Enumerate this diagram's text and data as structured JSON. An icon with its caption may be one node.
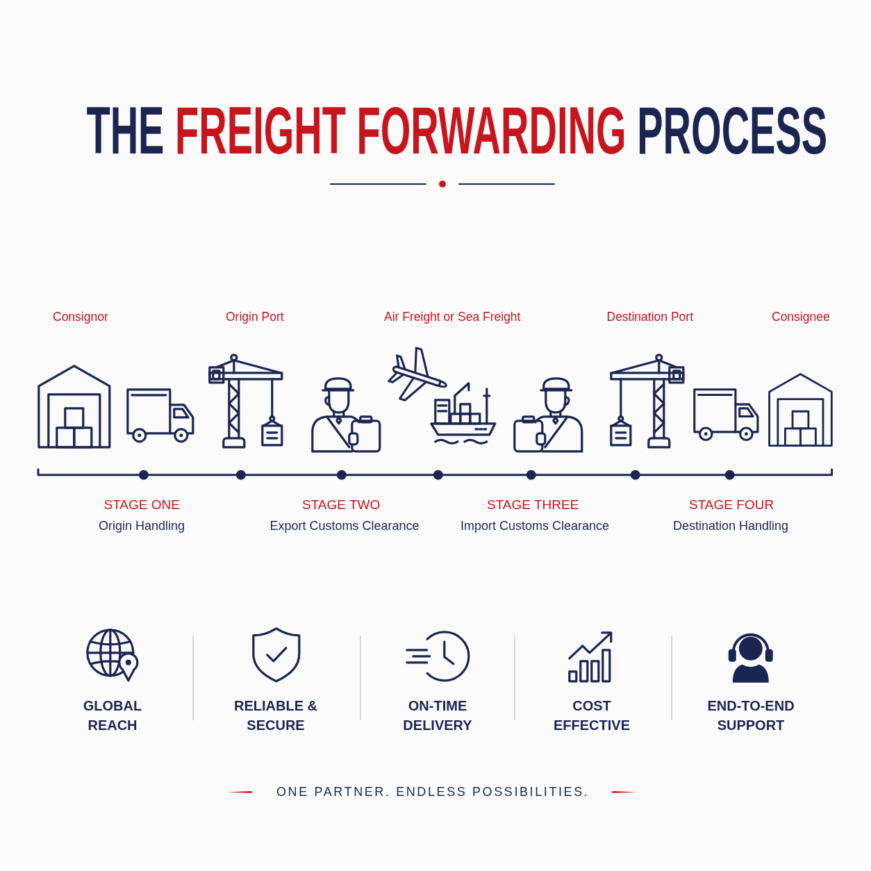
{
  "diagram": {
    "title": "THE FREIGHT FORWARDING PROCESS",
    "labels": [
      "Consignor",
      "Origin Port",
      "Air Freight or Sea Freight",
      "Destination Port",
      "Consignee",
      "STAGE ONE",
      "Origin Handling",
      "STAGE TWO",
      "Export Customs Clearance",
      "STAGE THREE",
      "Import Customs Clearance",
      "STAGE FOUR",
      "Destination Handling",
      "GLOBAL REACH",
      "RELIABLE & SECURE",
      "ON-TIME DELIVERY",
      "COST EFFECTIVE",
      "END-TO-END SUPPORT",
      "ONE PARTNER. ENDLESS POSSIBILITIES."
    ]
  }
}
